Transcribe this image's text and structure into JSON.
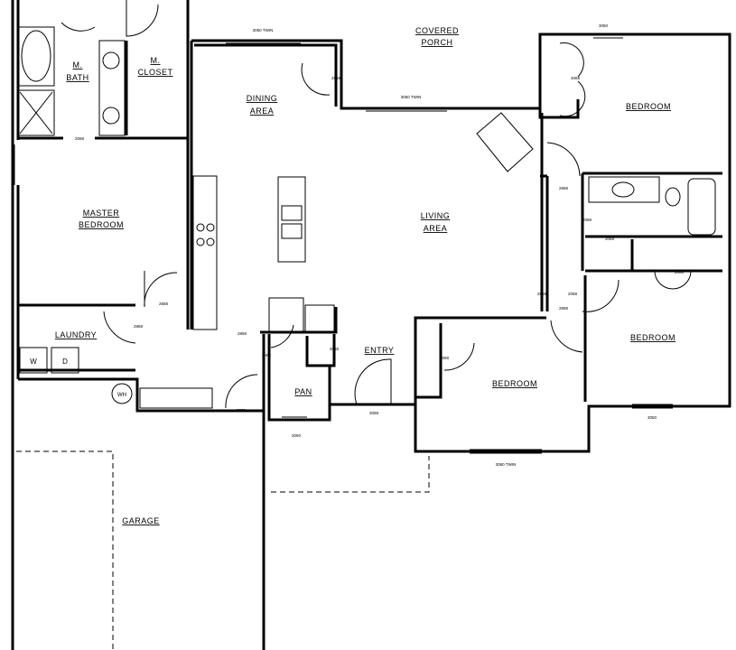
{
  "rooms": {
    "m_bath": [
      "M.",
      "BATH"
    ],
    "m_closet": [
      "M.",
      "CLOSET"
    ],
    "dining": [
      "DINING",
      "AREA"
    ],
    "porch": [
      "COVERED",
      "PORCH"
    ],
    "bedroom_ne": "BEDROOM",
    "living": [
      "LIVING",
      "AREA"
    ],
    "master": [
      "MASTER",
      "BEDROOM"
    ],
    "laundry": "LAUNDRY",
    "bedroom_e": "BEDROOM",
    "bedroom_s": "BEDROOM",
    "pantry": "PAN",
    "entry": "ENTRY",
    "garage": "GARAGE"
  },
  "fixtures": {
    "washer": "W",
    "dryer": "D",
    "water_heater": "WH"
  },
  "dimensions": {
    "dining_window": "3050 TWIN",
    "porch_window": "3050 TWIN",
    "bed_ne_window": "3050",
    "bed_s_window": "3060 TWIN",
    "bed_e_window": "3050",
    "bath_door": "2068",
    "dining_door": "2868",
    "closet_ne": "4068",
    "hall_door": "2868",
    "bath2_door": "2068",
    "linen": "2068",
    "master_door": "2868",
    "laundry_door": "2868",
    "hall_opening": "2868",
    "garage_door": "2868",
    "pan_door": "2068",
    "coat_door": "2068",
    "pan_window": "2050",
    "entry_door": "3068",
    "bed_s_closet": "2068",
    "bed_e_door": "2868",
    "bed_s_door": "2868",
    "bed_e_closet": "4068",
    "closet_door": "2068"
  }
}
